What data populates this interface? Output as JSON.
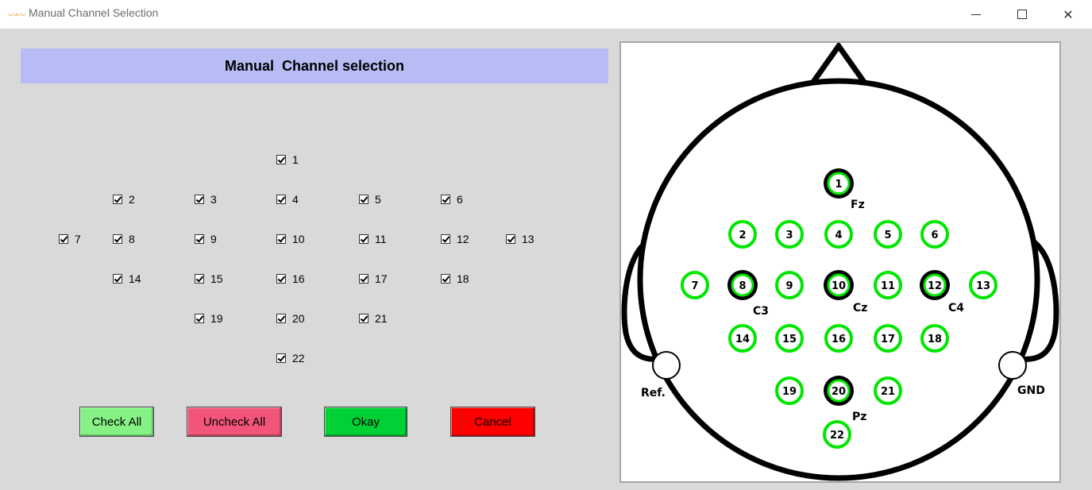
{
  "window": {
    "title": "Manual Channel Selection",
    "icon": "waveform-icon"
  },
  "header": {
    "title": "Manual  Channel selection"
  },
  "checkboxes": [
    {
      "label": "1",
      "checked": true
    },
    {
      "label": "2",
      "checked": true
    },
    {
      "label": "3",
      "checked": true
    },
    {
      "label": "4",
      "checked": true
    },
    {
      "label": "5",
      "checked": true
    },
    {
      "label": "6",
      "checked": true
    },
    {
      "label": "7",
      "checked": true
    },
    {
      "label": "8",
      "checked": true
    },
    {
      "label": "9",
      "checked": true
    },
    {
      "label": "10",
      "checked": true
    },
    {
      "label": "11",
      "checked": true
    },
    {
      "label": "12",
      "checked": true
    },
    {
      "label": "13",
      "checked": true
    },
    {
      "label": "14",
      "checked": true
    },
    {
      "label": "15",
      "checked": true
    },
    {
      "label": "16",
      "checked": true
    },
    {
      "label": "17",
      "checked": true
    },
    {
      "label": "18",
      "checked": true
    },
    {
      "label": "19",
      "checked": true
    },
    {
      "label": "20",
      "checked": true
    },
    {
      "label": "21",
      "checked": true
    },
    {
      "label": "22",
      "checked": true
    }
  ],
  "buttons": {
    "check_all": "Check All",
    "uncheck_all": "Uncheck All",
    "okay": "Okay",
    "cancel": "Cancel"
  },
  "button_colors": {
    "check_all": "#86f286",
    "uncheck_all": "#f2557a",
    "okay": "#00d236",
    "cancel": "#ff0000"
  },
  "head_map": {
    "electrodes": [
      "1",
      "2",
      "3",
      "4",
      "5",
      "6",
      "7",
      "8",
      "9",
      "10",
      "11",
      "12",
      "13",
      "14",
      "15",
      "16",
      "17",
      "18",
      "19",
      "20",
      "21",
      "22"
    ],
    "position_labels": {
      "fz": "Fz",
      "c3": "C3",
      "cz": "Cz",
      "c4": "C4",
      "pz": "Pz",
      "ref": "Ref.",
      "gnd": "GND"
    },
    "ring_color": "#00e600"
  }
}
